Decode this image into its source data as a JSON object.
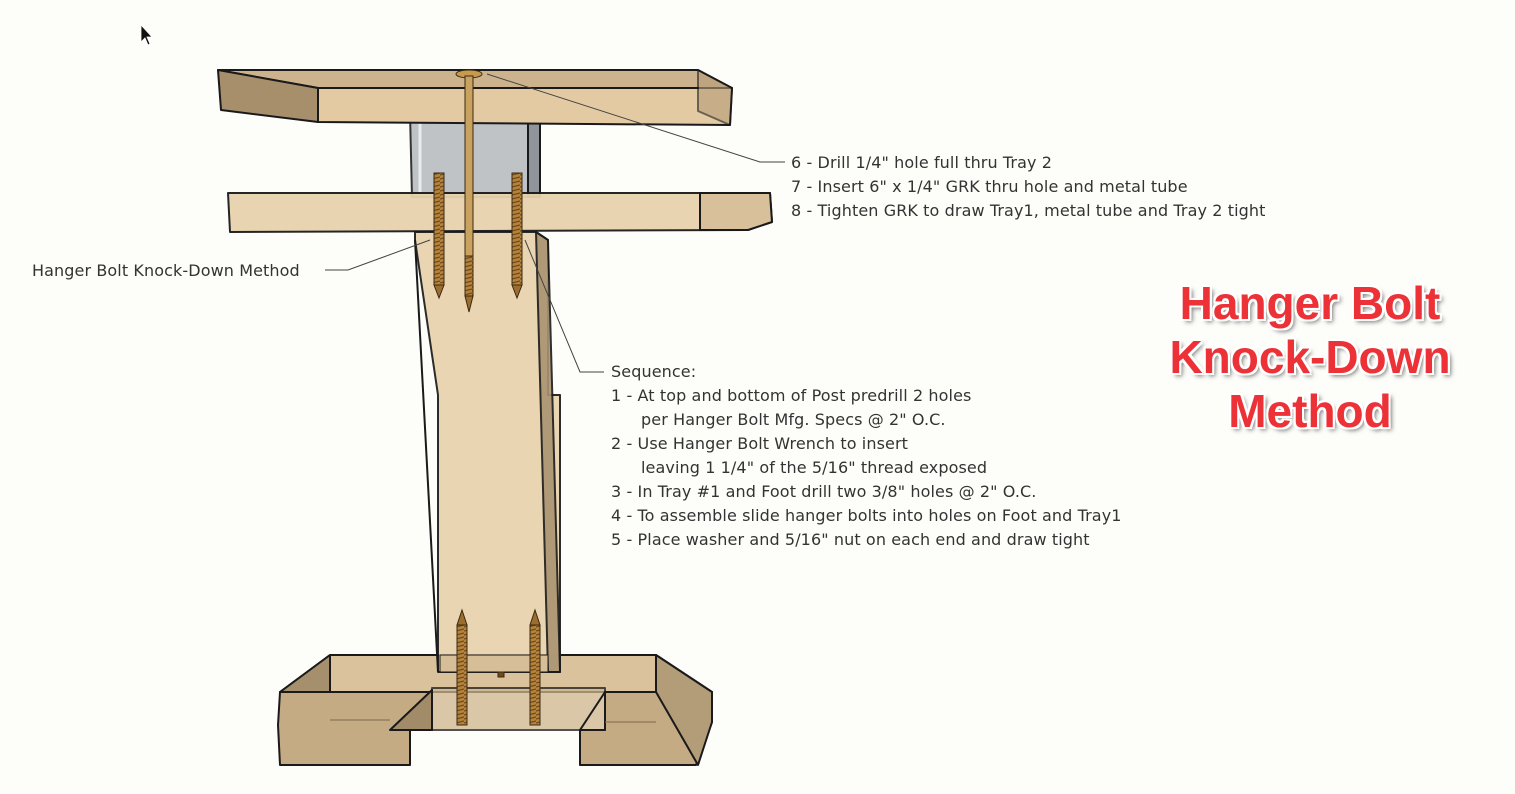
{
  "title": {
    "lines": [
      "Hanger Bolt",
      "Knock-Down",
      "Method"
    ]
  },
  "callouts": {
    "left_label": "Hanger Bolt Knock-Down Method"
  },
  "top_notes": [
    "6 - Drill 1/4\" hole full thru Tray 2",
    "7 - Insert 6\" x 1/4\" GRK thru hole and metal tube",
    "8 - Tighten GRK to draw Tray1, metal tube and Tray 2 tight"
  ],
  "sequence": {
    "heading": "Sequence:",
    "lines": [
      "1 - At top and bottom of Post predrill 2 holes",
      "per Hanger Bolt Mfg. Specs @ 2\" O.C.",
      "2 - Use Hanger Bolt Wrench to insert",
      "leaving 1 1/4\" of the 5/16\" thread exposed",
      "3 - In Tray #1 and Foot drill two 3/8\" holes @ 2\" O.C.",
      "4 - To assemble slide hanger bolts into holes on Foot and Tray1",
      "5 - Place washer and 5/16\" nut on each end and draw tight"
    ]
  },
  "colors": {
    "background": "#fdfdf9",
    "wood_light": "#e6cfa9",
    "wood_mid": "#c9b089",
    "wood_dark": "#9c8665",
    "metal_tube": "#b7bcc0",
    "title_red": "#ec3237"
  },
  "icons": [
    "cursor-arrow-icon"
  ]
}
